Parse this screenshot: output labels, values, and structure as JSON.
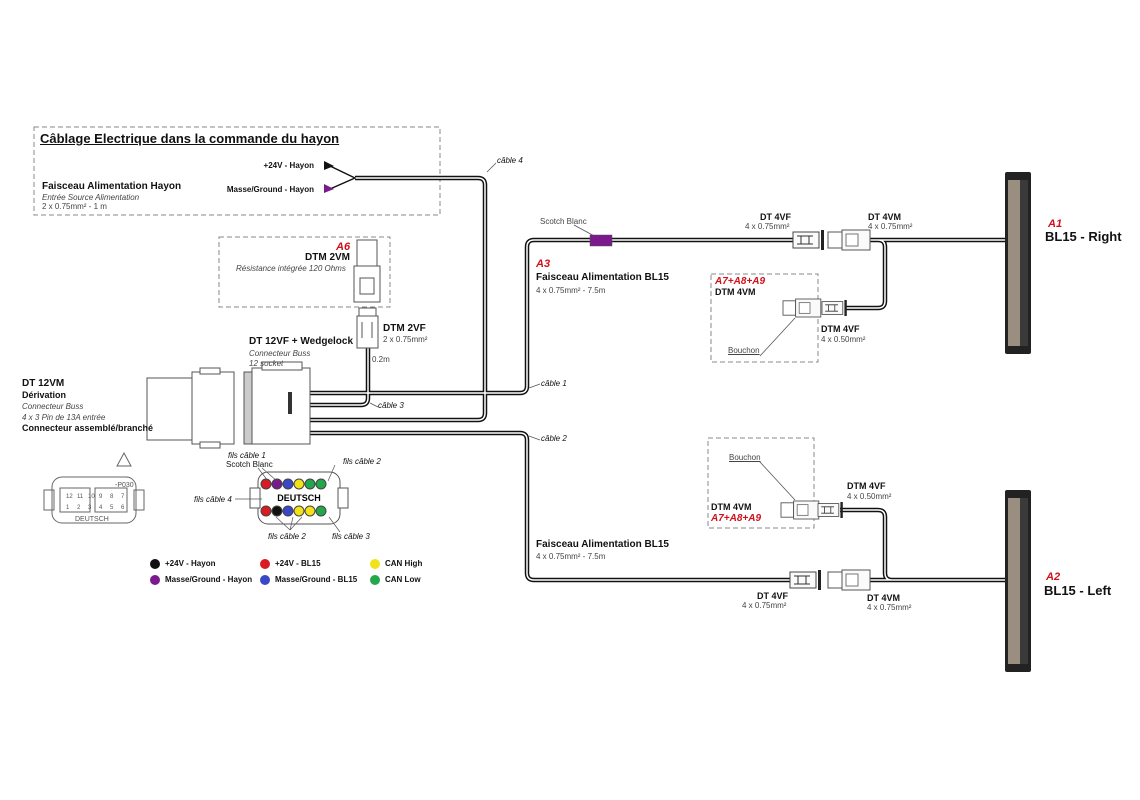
{
  "hayon_box": {
    "title": "Câblage Electrique dans la commande du hayon",
    "plus24": "+24V - Hayon",
    "masse": "Masse/Ground - Hayon",
    "faisceau_title": "Faisceau Alimentation Hayon",
    "faisceau_sub": "Entrée Source Alimentation",
    "faisceau_spec": "2 x 0.75mm² - 1 m"
  },
  "cables": {
    "c1": "câble 1",
    "c2": "câble 2",
    "c3": "câble 3",
    "c4": "câble 4"
  },
  "dtm2vm": {
    "ref": "A6",
    "title": "DTM 2VM",
    "sub": "Résistance intégrée 120 Ohms"
  },
  "dtm2vf": {
    "title": "DTM 2VF",
    "spec": "2 x 0.75mm²",
    "length": "0.2m"
  },
  "dt12vf": {
    "title": "DT 12VF + Wedgelock",
    "sub1": "Connecteur Buss",
    "sub2": "12 socket"
  },
  "dt12vm": {
    "title": "DT 12VM",
    "sub0": "Dérivation",
    "sub1": "Connecteur Buss",
    "sub2": "4 x 3 Pin de 13A entrée",
    "sub3": "Connecteur assemblé/branché"
  },
  "pinout": {
    "brand": "DEUTSCH",
    "part": "-P030",
    "fils1": "fils câble 1",
    "scotch": "Scotch Blanc",
    "fils2_top": "fils câble 2",
    "fils4": "fils câble 4",
    "fils2_bot": "fils câble 2",
    "fils3": "fils câble 3",
    "top_row": [
      "#d81c22",
      "#7a1a8c",
      "#3a48c8",
      "#f2e21a",
      "#22a84a",
      "#22a84a"
    ],
    "bottom_row": [
      "#d81c22",
      "#111111",
      "#3a48c8",
      "#f2e21a",
      "#f2e21a",
      "#22a84a"
    ],
    "left_pins_top": [
      "12",
      "11",
      "10",
      "9",
      "8",
      "7"
    ],
    "left_pins_bottom": [
      "1",
      "2",
      "3",
      "4",
      "5",
      "6"
    ]
  },
  "legend": [
    {
      "color": "#111111",
      "label": "+24V - Hayon"
    },
    {
      "color": "#7a1a8c",
      "label": "Masse/Ground - Hayon"
    },
    {
      "color": "#d81c22",
      "label": "+24V - BL15"
    },
    {
      "color": "#3a48c8",
      "label": "Masse/Ground - BL15"
    },
    {
      "color": "#f2e21a",
      "label": "CAN High"
    },
    {
      "color": "#22a84a",
      "label": "CAN Low"
    }
  ],
  "right_harness": {
    "scotch": "Scotch Blanc",
    "ref": "A3",
    "title": "Faisceau Alimentation BL15",
    "spec": "4 x 0.75mm² - 7.5m",
    "dt4vf": "DT 4VF",
    "dt4vf_spec": "4 x 0.75mm²",
    "dt4vm": "DT 4VM",
    "dt4vm_spec": "4 x 0.75mm²",
    "plug_ref": "A7+A8+A9",
    "plug_title": "DTM 4VM",
    "bouchon": "Bouchon",
    "dtm4vf": "DTM 4VF",
    "dtm4vf_spec": "4 x 0.50mm²"
  },
  "left_harness": {
    "title": "Faisceau Alimentation BL15",
    "spec": "4 x 0.75mm² - 7.5m",
    "dt4vf": "DT 4VF",
    "dt4vf_spec": "4 x 0.75mm²",
    "dt4vm": "DT 4VM",
    "dt4vm_spec": "4 x 0.75mm²",
    "plug_ref": "A7+A8+A9",
    "plug_title": "DTM 4VM",
    "bouchon": "Bouchon",
    "dtm4vf": "DTM 4VF",
    "dtm4vf_spec": "4 x 0.50mm²"
  },
  "lights": {
    "right_ref": "A1",
    "right": "BL15 - Right",
    "left_ref": "A2",
    "left": "BL15 - Left"
  },
  "colors": {
    "scotch": "#7a1a8c",
    "ref_red": "#d0101a"
  }
}
